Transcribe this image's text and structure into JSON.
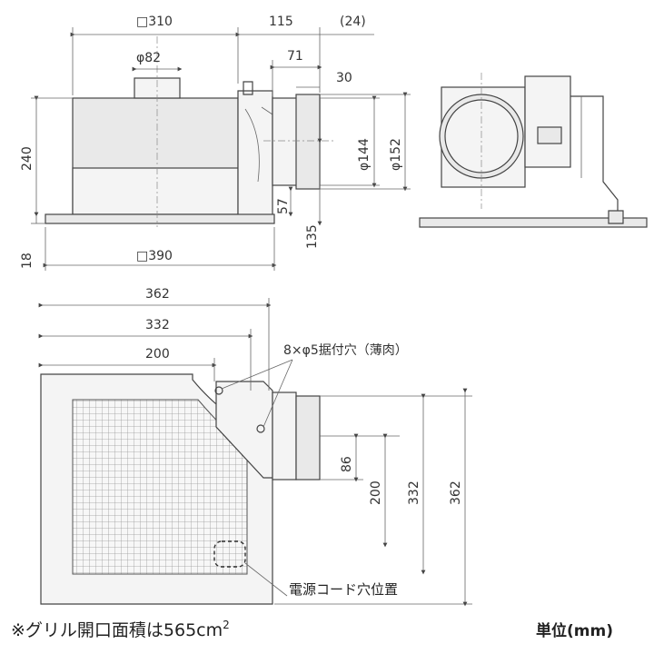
{
  "front_view": {
    "width_label": "□310",
    "duct_offset_label": "115",
    "extra_label": "(24)",
    "duct_label": "φ82",
    "flange_label": "71",
    "flange_short_label": "30",
    "height_label": "240",
    "base_height_label": "18",
    "panel_label": "□390",
    "inner_dia_label": "φ144",
    "outer_dia_label": "φ152",
    "low_label": "57",
    "duct_center_label": "135"
  },
  "bottom_view": {
    "dim_362": "362",
    "dim_332": "332",
    "dim_200": "200",
    "mount_hole_label": "8×φ5据付穴（薄肉）",
    "v86": "86",
    "v200": "200",
    "v332": "332",
    "v362": "362",
    "cord_hole_label": "電源コード穴位置"
  },
  "footer": {
    "grille_note": "※グリル開口面積は565cm",
    "grille_sup": "2",
    "unit_label": "単位(mm)"
  }
}
